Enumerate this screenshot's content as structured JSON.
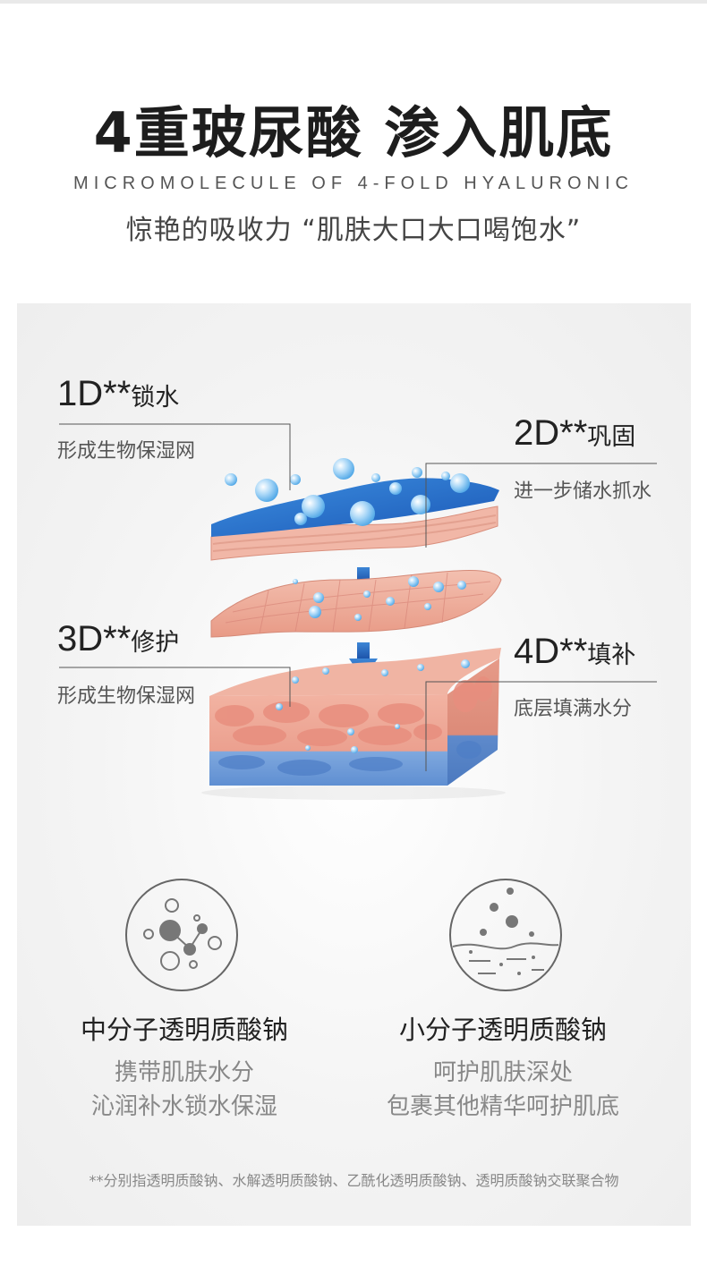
{
  "header": {
    "title": "4重玻尿酸 渗入肌底",
    "subtitle_en": "MICROMOLECULE OF 4-FOLD HYALURONIC",
    "subtitle_cn": "惊艳的吸收力 “肌肤大口大口喝饱水”"
  },
  "layers": [
    {
      "code": "1D**",
      "name": "锁水",
      "desc": "形成生物保湿网"
    },
    {
      "code": "2D**",
      "name": "巩固",
      "desc": "进一步储水抓水"
    },
    {
      "code": "3D**",
      "name": "修护",
      "desc": "形成生物保湿网"
    },
    {
      "code": "4D**",
      "name": "填补",
      "desc": "底层填满水分"
    }
  ],
  "molecules": [
    {
      "icon": "molecule-cluster-icon",
      "title": "中分子透明质酸钠",
      "desc_line1": "携带肌肤水分",
      "desc_line2": "沁润补水锁水保湿"
    },
    {
      "icon": "penetrating-dots-icon",
      "title": "小分子透明质酸钠",
      "desc_line1": "呵护肌肤深处",
      "desc_line2": "包裹其他精华呵护肌底"
    }
  ],
  "footnote": "**分别指透明质酸钠、水解透明质酸钠、乙酰化透明质酸钠、透明质酸钠交联聚合物",
  "colors": {
    "water_blue": "#1f64c4",
    "skin_pink": "#eaa392",
    "deep_blue": "#5d8fd0",
    "text_dark": "#222222",
    "text_gray": "#888888"
  }
}
